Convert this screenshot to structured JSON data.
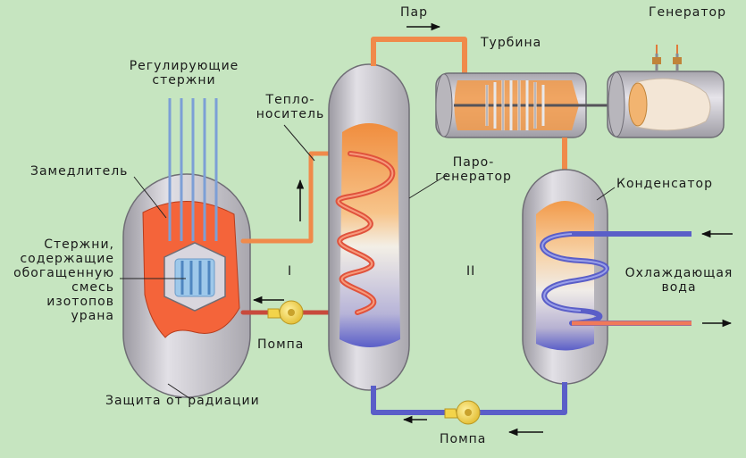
{
  "labels": {
    "control_rods": "Регулирующие\nстержни",
    "moderator": "Замедлитель",
    "fuel_rods": "Стержни,\nсодержащие\nобогащенную\nсмесь\nизотопов\nурана",
    "radiation_shield": "Защита от радиации",
    "coolant": "Тепло-\nноситель",
    "steam": "Пар",
    "turbine": "Турбина",
    "generator": "Генератор",
    "steam_generator": "Паро-\nгенератор",
    "condenser": "Конденсатор",
    "cooling_water": "Охлаждающая\nвода",
    "pump_primary": "Помпа",
    "pump_secondary": "Помпа",
    "circuit_1": "I",
    "circuit_2": "II"
  },
  "colors": {
    "background": "#c6e5c0",
    "vessel": "#c4c2c8",
    "hot": "#f4643a",
    "cold": "#5a5ec8",
    "steam_glow": "#f7b877",
    "pipe_orange": "#f08a4a",
    "pump": "#f3d44a",
    "control_rod": "#7c9fd6"
  }
}
